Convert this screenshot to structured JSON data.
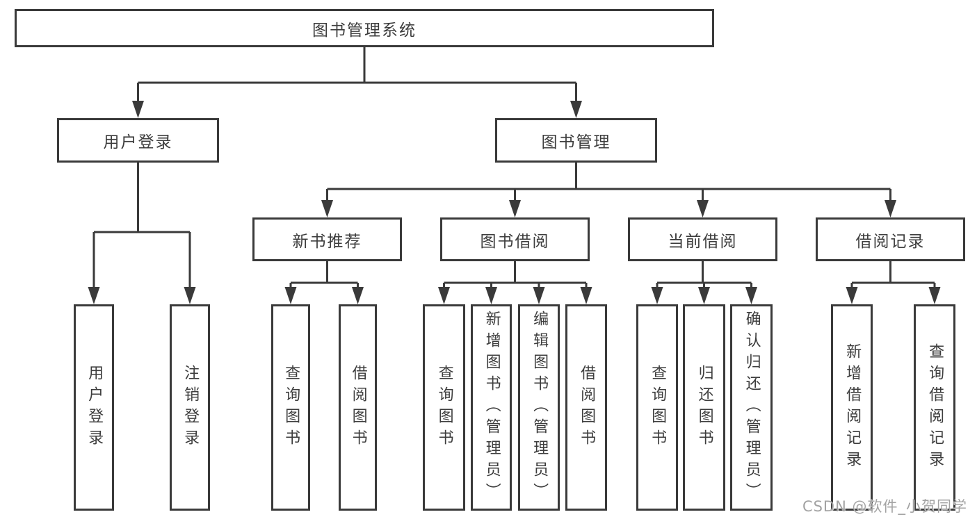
{
  "diagram": {
    "root": "图书管理系统",
    "level2": [
      "用户登录",
      "图书管理"
    ],
    "level3": [
      "新书推荐",
      "图书借阅",
      "当前借阅",
      "借阅记录"
    ],
    "leaves": {
      "user_login": [
        "用户登录",
        "注销登录"
      ],
      "new_book_recommend": [
        "查询图书",
        "借阅图书"
      ],
      "book_borrow": [
        "查询图书",
        "新增图书（管理员）",
        "编辑图书（管理员）",
        "借阅图书"
      ],
      "current_borrow": [
        "查询图书",
        "归还图书",
        "确认归还（管理员）"
      ],
      "borrow_records": [
        "新增借阅记录",
        "查询借阅记录"
      ]
    }
  },
  "watermark": "CSDN @软件_小贺同学",
  "colors": {
    "line": "#3a3a3a",
    "text": "#3d3d3d",
    "background": "#ffffff",
    "watermark": "#a3a3a3"
  }
}
